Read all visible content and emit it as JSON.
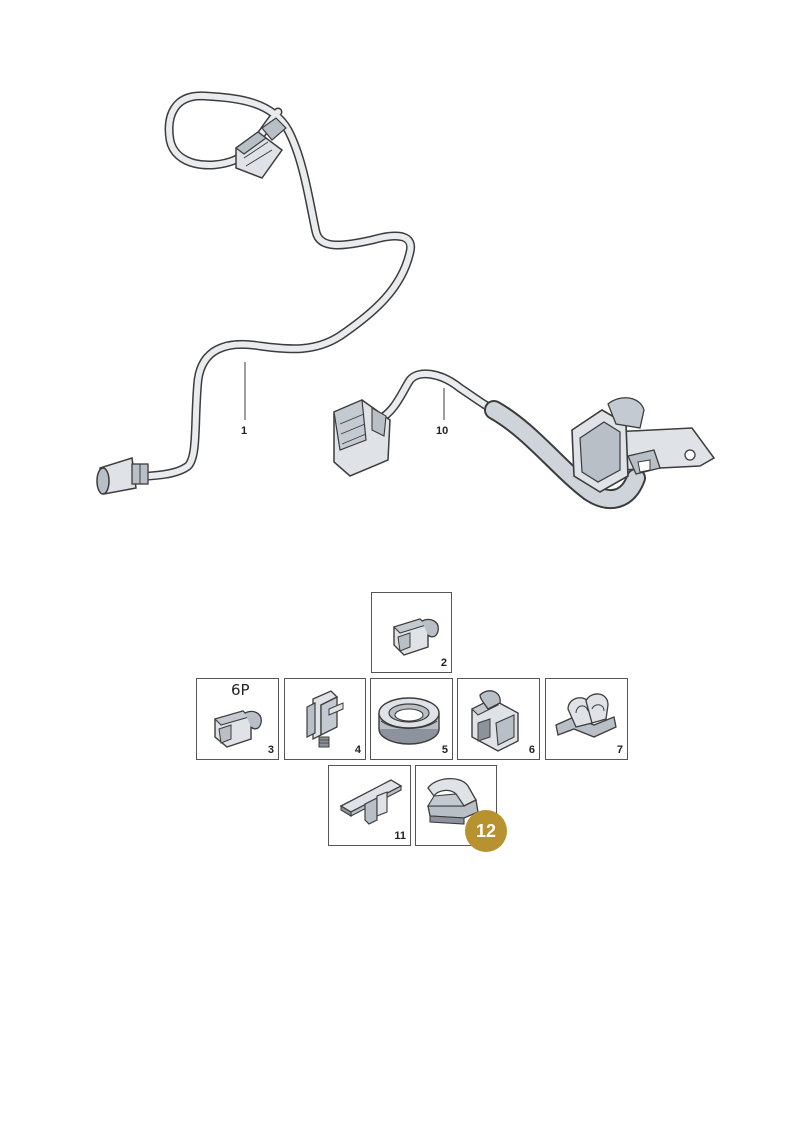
{
  "callouts": {
    "harness_1": "1",
    "harness_10": "10"
  },
  "parts": [
    {
      "id": "2",
      "label": "2",
      "icon": "connector-icon",
      "note": ""
    },
    {
      "id": "3",
      "label": "3",
      "icon": "connector-6p-icon",
      "note": "6P"
    },
    {
      "id": "4",
      "label": "4",
      "icon": "bracket-clip-icon",
      "note": ""
    },
    {
      "id": "5",
      "label": "5",
      "icon": "grommet-icon",
      "note": ""
    },
    {
      "id": "6",
      "label": "6",
      "icon": "holder-clip-icon",
      "note": ""
    },
    {
      "id": "7",
      "label": "7",
      "icon": "cable-clip-icon",
      "note": ""
    },
    {
      "id": "11",
      "label": "11",
      "icon": "plate-clip-icon",
      "note": ""
    },
    {
      "id": "12",
      "label": "",
      "icon": "retainer-clip-icon",
      "note": ""
    }
  ],
  "highlight": {
    "label": "12",
    "color": "#b8922e"
  },
  "colors": {
    "line": "#3c3c3c",
    "fill_light": "#dfe3e8",
    "fill_mid": "#b9bfc7",
    "fill_dark": "#8c939c"
  }
}
